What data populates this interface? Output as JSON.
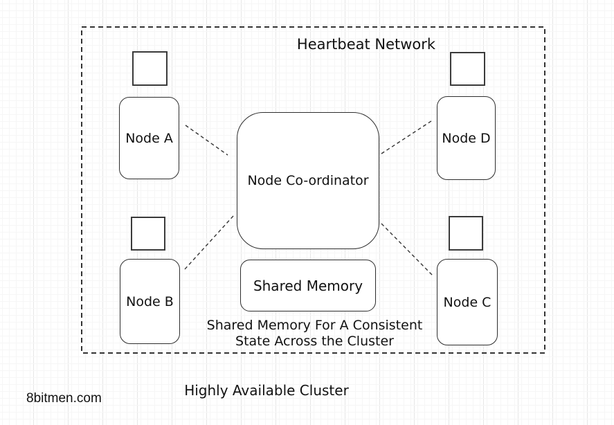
{
  "diagram": {
    "title": "Heartbeat Network",
    "coordinator_label": "Node Co-ordinator",
    "shared_memory_label": "Shared Memory",
    "caption_line1": "Shared Memory For A Consistent",
    "caption_line2": "State Across the Cluster",
    "footer_title": "Highly Available Cluster",
    "watermark": "8bitmen.com",
    "nodes": [
      {
        "label": "Node A"
      },
      {
        "label": "Node B"
      },
      {
        "label": "Node C"
      },
      {
        "label": "Node D"
      }
    ]
  },
  "colors": {
    "background": "#ffffff",
    "grid_minor": "#f6f6f6",
    "grid_major": "#e6e6e6",
    "shape_stroke": "#2d2d2d",
    "port_stroke": "#3a3a3a",
    "dashed_stroke": "#333333",
    "text": "#111111"
  }
}
